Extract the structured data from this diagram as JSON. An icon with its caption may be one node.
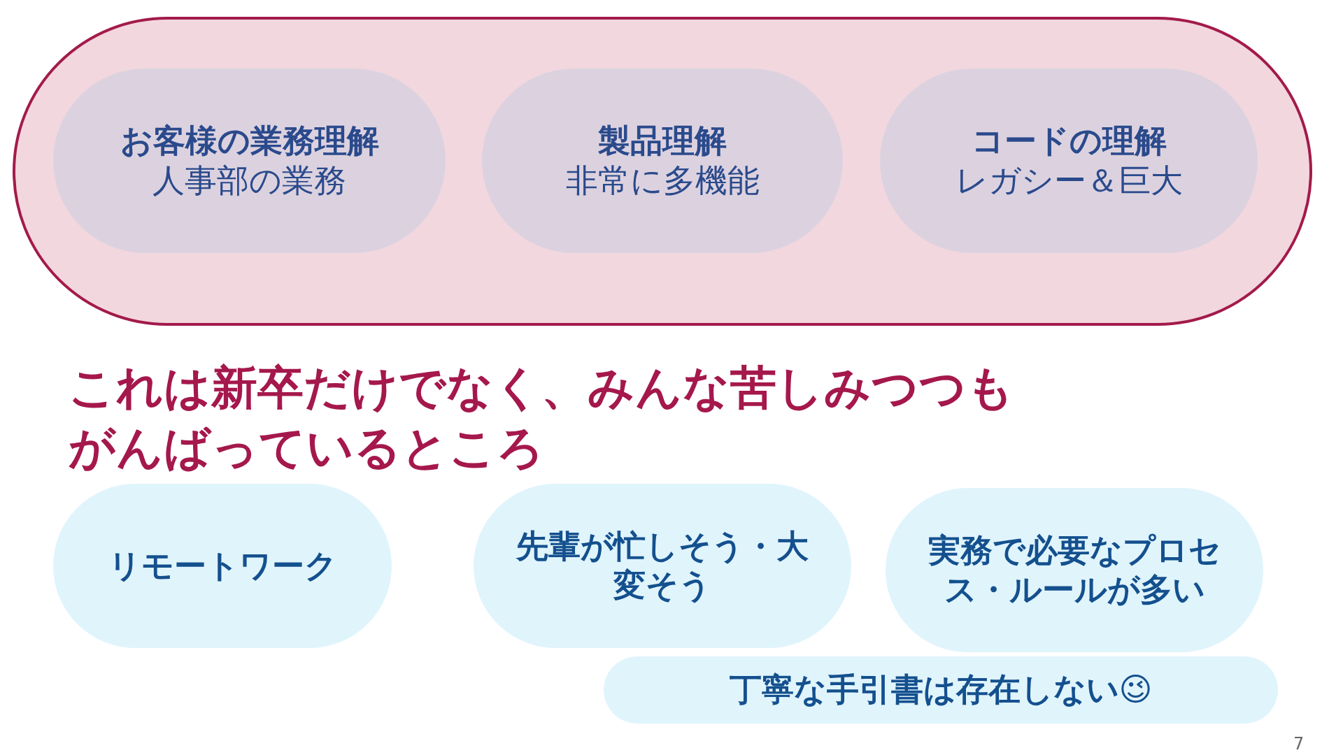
{
  "diagram": {
    "title": "これは新卒だけでなく、みんな苦しみつつもがんばっているところ",
    "nodes": [
      {
        "text": [],
        "shape": "box"
      },
      {
        "text": [
          "お客様の業務理解",
          "人事部の業務"
        ],
        "in": 0
      },
      {
        "text": [
          "製品理解",
          "非常に多機能"
        ],
        "in": 0
      },
      {
        "text": [
          "コードの理解",
          "レガシー＆巨大"
        ],
        "in": 0
      },
      {
        "text": [
          "リモートワーク"
        ]
      },
      {
        "text": [
          "先輩が忙しそう・大変そう"
        ]
      },
      {
        "text": [
          "実務で必要なプロセス・ルールが多い"
        ]
      },
      {
        "text": [
          "丁寧な手引書は存在しない😉"
        ]
      }
    ],
    "labels": [
      "7"
    ]
  }
}
